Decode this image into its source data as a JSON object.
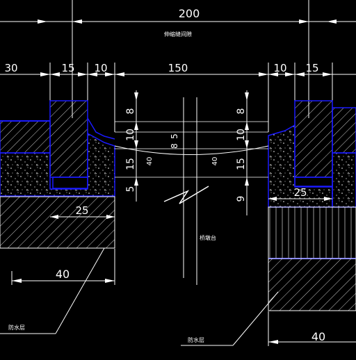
{
  "drawing": {
    "colors": {
      "background": "#000000",
      "outline": "#1a1aff",
      "lines": "#ffffff"
    },
    "top_note": "伸缩缝间隙",
    "center_note": "桥墩台",
    "left_note": "防水层",
    "right_note": "防水层",
    "dimensions": {
      "overall": "200",
      "left_edge": "30",
      "left_block": "15",
      "left_gap": "10",
      "center_gap": "150",
      "right_gap": "10",
      "right_block": "15",
      "left_v1": "8",
      "left_v2": "10",
      "left_v3": "15",
      "left_v4": "5",
      "left_wavy": "40",
      "center_v1": "5",
      "center_v2": "8",
      "right_v1": "8",
      "right_v2": "10",
      "right_v3": "15",
      "right_v4": "9",
      "right_wavy": "40",
      "left_bottom_25": "25",
      "right_bottom_25": "25",
      "left_40": "40",
      "right_40": "40"
    }
  }
}
